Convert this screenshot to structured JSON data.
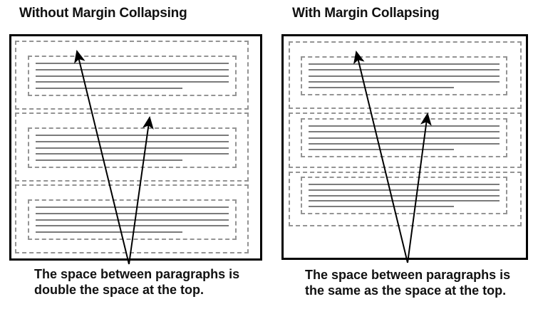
{
  "figure": {
    "left_panel": {
      "title": "Without Margin Collapsing",
      "caption_line1": "The space between paragraphs is",
      "caption_line2": "double the space at the top.",
      "paragraph_count": 3
    },
    "right_panel": {
      "title": "With Margin Collapsing",
      "caption_line1": "The space between paragraphs is",
      "caption_line2": "the same as the space at the top.",
      "paragraph_count": 3
    },
    "lines_per_paragraph": 5,
    "colors": {
      "solid_border": "#000000",
      "dashed_border": "#949494",
      "text_line": "#7b7b7b",
      "text": "#111111"
    }
  }
}
